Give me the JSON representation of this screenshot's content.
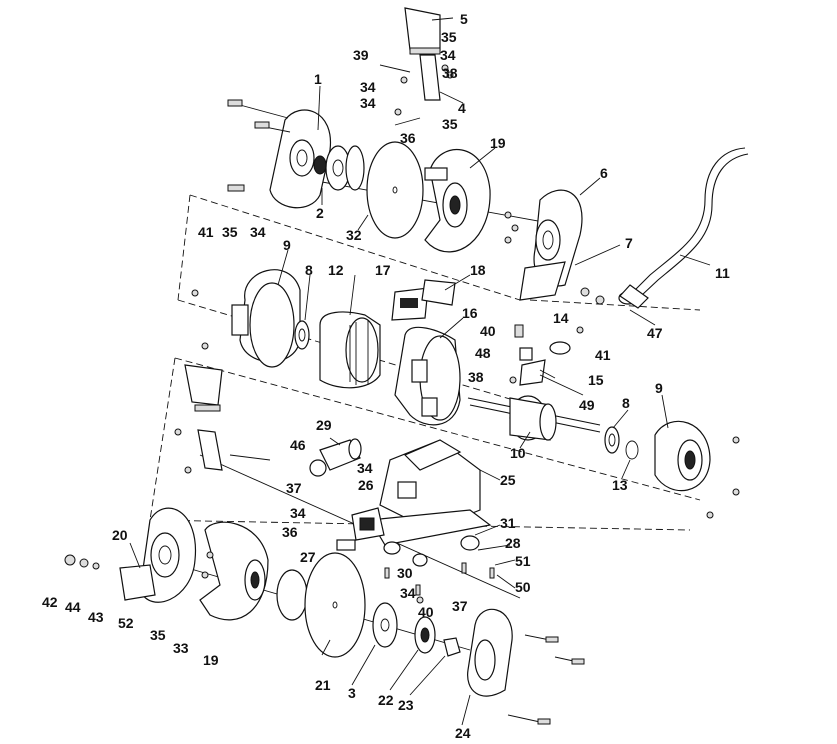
{
  "diagram": {
    "labels": [
      "1",
      "2",
      "3",
      "4",
      "5",
      "6",
      "7",
      "8",
      "8",
      "9",
      "9",
      "10",
      "11",
      "12",
      "13",
      "14",
      "15",
      "16",
      "17",
      "18",
      "19",
      "19",
      "20",
      "21",
      "22",
      "23",
      "24",
      "25",
      "26",
      "27",
      "28",
      "29",
      "30",
      "31",
      "32",
      "33",
      "34",
      "34",
      "34",
      "34",
      "34",
      "34",
      "34",
      "35",
      "35",
      "35",
      "35",
      "36",
      "36",
      "37",
      "37",
      "38",
      "38",
      "39",
      "40",
      "40",
      "41",
      "41",
      "42",
      "43",
      "44",
      "46",
      "47",
      "48",
      "49",
      "50",
      "51",
      "52"
    ]
  }
}
